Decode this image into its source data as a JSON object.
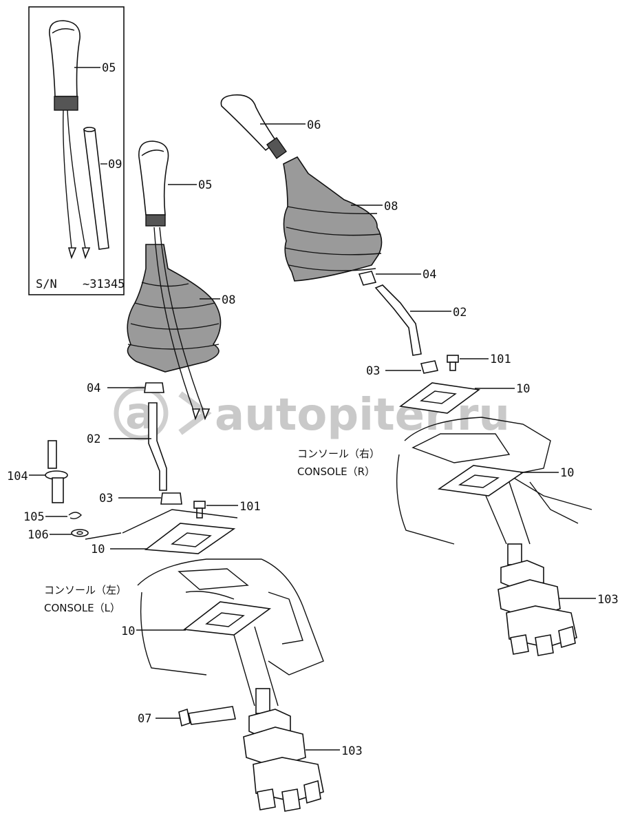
{
  "inset": {
    "serial_prefix": "S/N",
    "serial_range": "~31345"
  },
  "labels": {
    "knob_inset": "05",
    "tube_inset": "09",
    "knob_left": "05",
    "boot_left": "08",
    "nut_left": "04",
    "lever_left": "02",
    "nut_lower_left": "03",
    "bolt_left": "101",
    "plate_upper_left": "10",
    "plate_lower_left": "10",
    "pin_left": "104",
    "clip_left": "105",
    "washer_left": "106",
    "bolt_long_left": "07",
    "valve_left": "103",
    "knob_right": "06",
    "boot_right": "08",
    "nut_right": "04",
    "lever_right": "02",
    "nut_lower_right": "03",
    "bolt_right": "101",
    "plate_upper_right": "10",
    "plate_lower_right": "10",
    "valve_right": "103"
  },
  "console_left": {
    "jp": "コンソール（左）",
    "en": "CONSOLE（L）"
  },
  "console_right": {
    "jp": "コンソール（右）",
    "en": "CONSOLE（R）"
  },
  "watermark": "autopiter.ru"
}
